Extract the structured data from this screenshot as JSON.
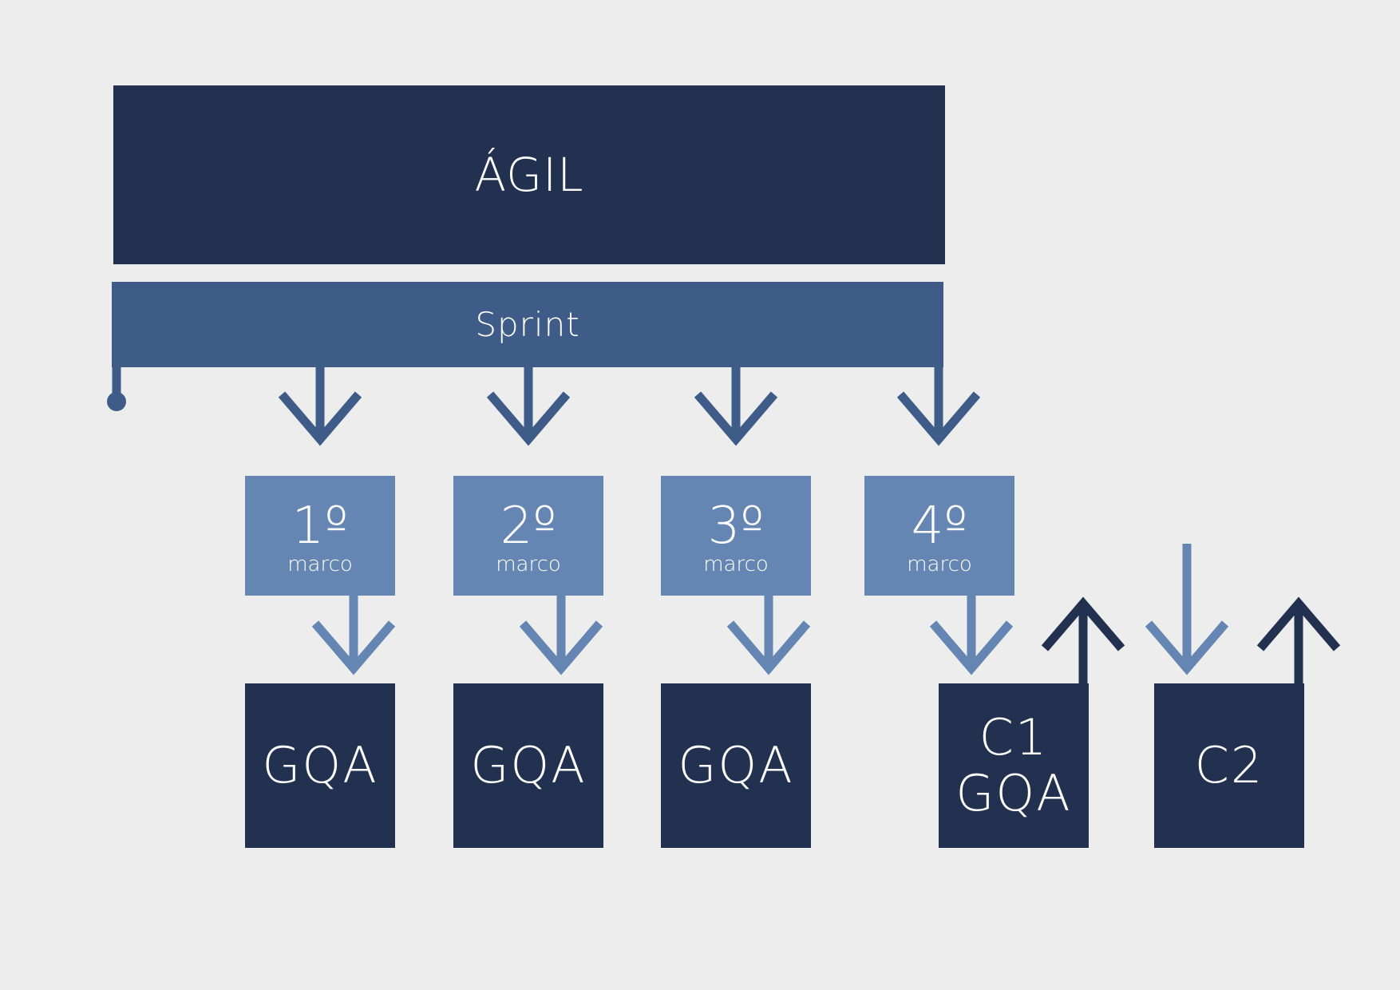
{
  "colors": {
    "background": "#EDEDED",
    "dark_navy": "#233150",
    "mid_blue": "#3F5B88",
    "light_blue": "#6586B3"
  },
  "agil": {
    "label": "ÁGIL"
  },
  "sprint": {
    "label": "Sprint"
  },
  "milestones": [
    {
      "number": "1º",
      "sub": "marco"
    },
    {
      "number": "2º",
      "sub": "marco"
    },
    {
      "number": "3º",
      "sub": "marco"
    },
    {
      "number": "4º",
      "sub": "marco"
    }
  ],
  "deliverables": [
    {
      "line1": "GQA",
      "line2": ""
    },
    {
      "line1": "GQA",
      "line2": ""
    },
    {
      "line1": "GQA",
      "line2": ""
    },
    {
      "line1": "C1",
      "line2": "GQA"
    },
    {
      "line1": "C2",
      "line2": ""
    }
  ]
}
